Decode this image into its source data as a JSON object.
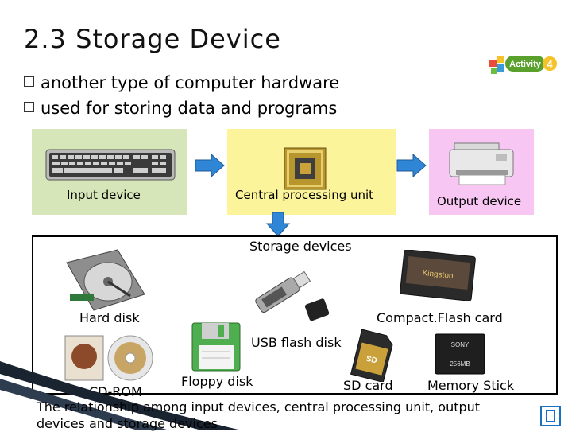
{
  "slide": {
    "title": "2.3  Storage Device",
    "bullets": [
      "another type of computer hardware",
      "used for storing data and programs"
    ],
    "activity_badge": "Activity",
    "activity_number": "4"
  },
  "diagram": {
    "input_label": "Input device",
    "cpu_label": "Central processing unit",
    "output_label": "Output device",
    "storage_label": "Storage devices",
    "hard_disk_label": "Hard disk",
    "compactflash_label": "Compact.Flash card",
    "usb_label": "USB flash disk",
    "floppy_label": "Floppy disk",
    "sd_label": "SD card",
    "memory_stick_label": "Memory Stick",
    "cdrom_label": "CD-ROM",
    "cf_brand": "Kingston",
    "sd_brand": "SD",
    "ms_brand": "SONY",
    "ms_size": "256MB",
    "caption": "The relationship among input devices, central processing unit, output devices and storage devices"
  },
  "colors": {
    "input_panel": "#d6e6b8",
    "cpu_panel": "#fbf49a",
    "output_panel": "#f7c6f2",
    "arrow": "#2f86d6",
    "activity_green": "#5aa02c"
  }
}
